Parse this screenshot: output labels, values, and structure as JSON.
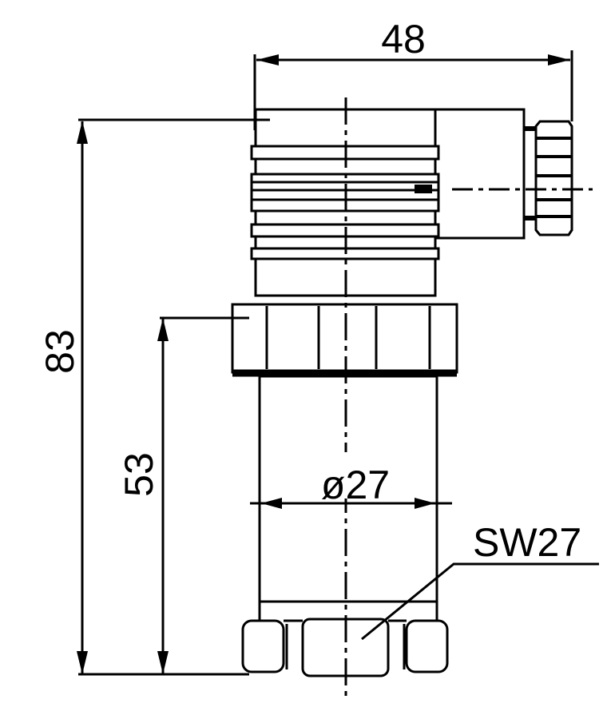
{
  "drawing": {
    "background_color": "#ffffff",
    "line_color": "#000000",
    "labels": {
      "overall_width": "48",
      "overall_height": "83",
      "lower_height": "53",
      "body_diameter": "ø27",
      "wrench_size": "SW27"
    }
  }
}
